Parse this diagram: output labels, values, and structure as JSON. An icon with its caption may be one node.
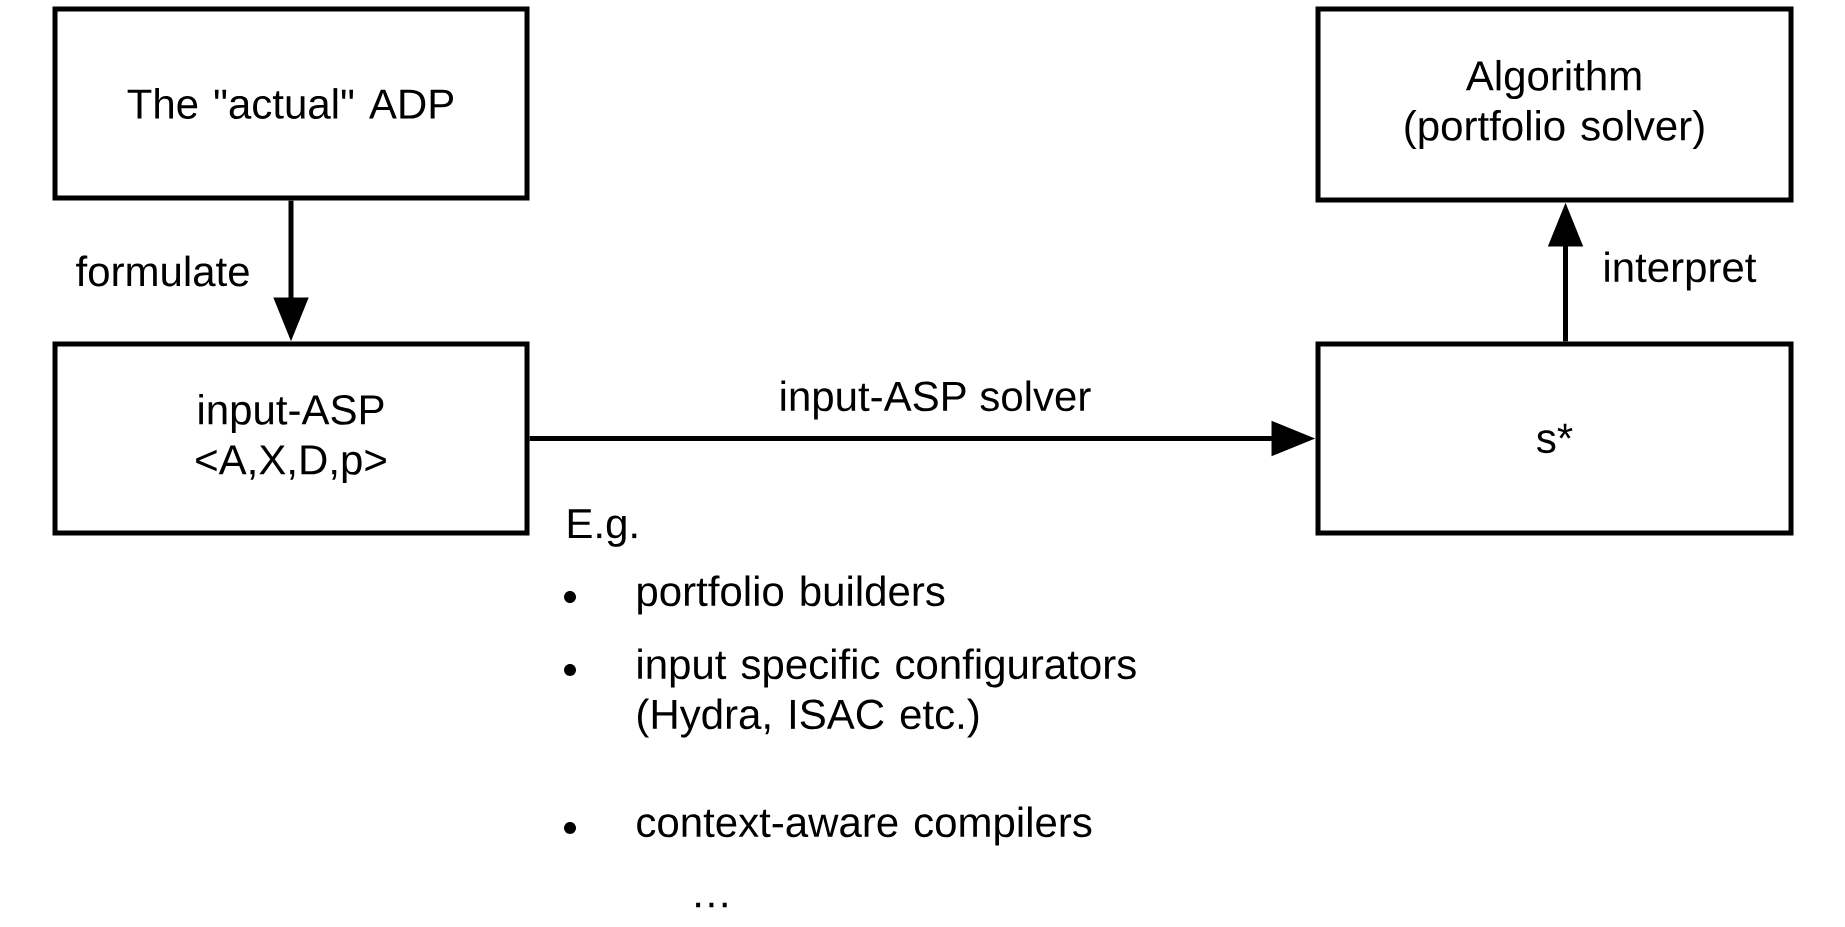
{
  "diagram": {
    "nodes": [
      {
        "text": [
          "The \"actual\" ADP"
        ]
      },
      {
        "text": [
          "Algorithm (portfolio solver)"
        ]
      },
      {
        "text": [
          "input-ASP <A,X,D,p>"
        ]
      },
      {
        "text": [
          "s*"
        ]
      }
    ],
    "edges": [
      {
        "from": 0,
        "to": 2,
        "arrow": "to",
        "label": "formulate"
      },
      {
        "from": 2,
        "to": 3,
        "arrow": "to",
        "label": "input-ASP solver"
      },
      {
        "from": 3,
        "to": 1,
        "arrow": "to",
        "label": "interpret"
      }
    ],
    "labels": [
      "E.g.",
      "portfolio builders",
      "input specific configurators (Hydra, ISAC etc.)",
      "context-aware compilers",
      "…"
    ]
  }
}
